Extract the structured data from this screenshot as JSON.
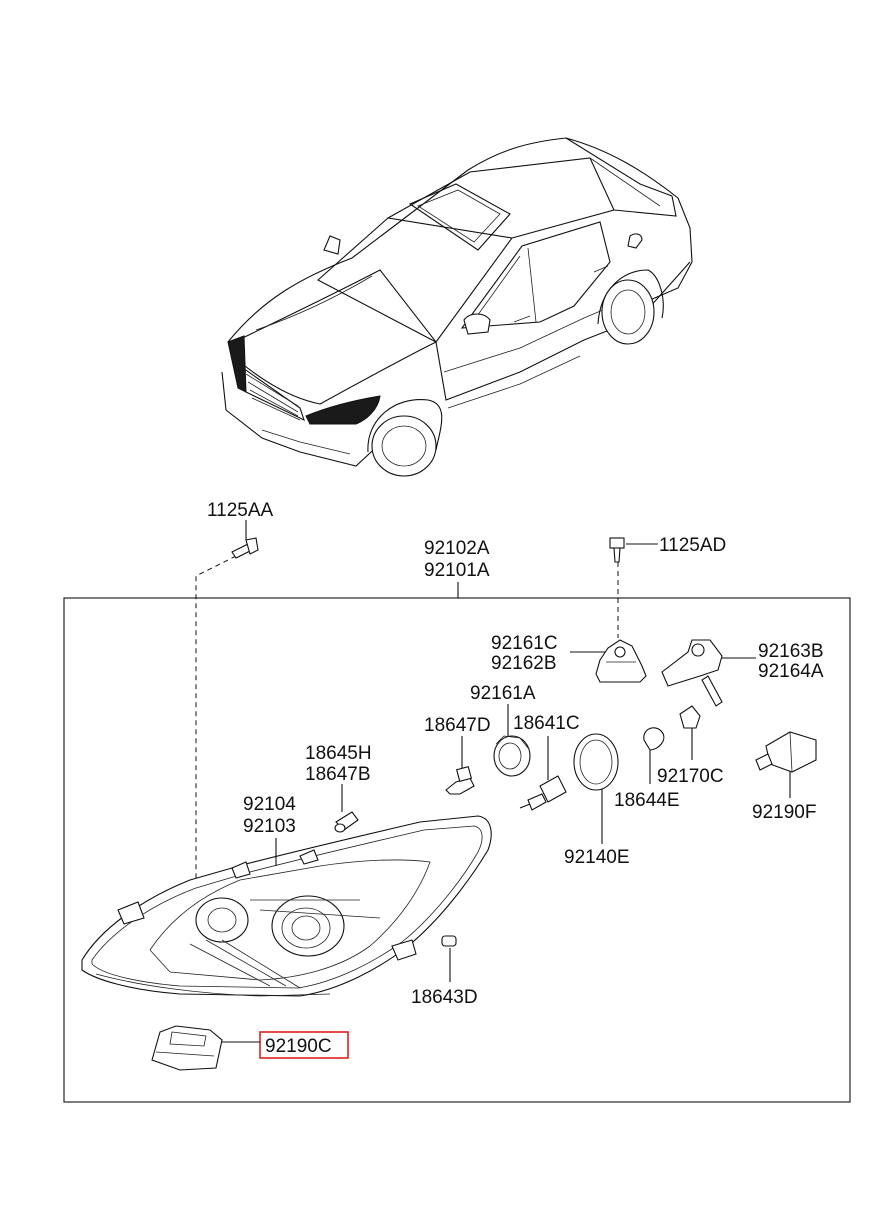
{
  "labels": {
    "p1125AA": "1125AA",
    "p92102A": "92102A",
    "p92101A": "92101A",
    "p1125AD": "1125AD",
    "p92161C": "92161C",
    "p92162B": "92162B",
    "p92163B": "92163B",
    "p92164A": "92164A",
    "p92161A": "92161A",
    "p18647D": "18647D",
    "p18641C": "18641C",
    "p18645H": "18645H",
    "p18647B": "18647B",
    "p92170C": "92170C",
    "p18644E": "18644E",
    "p92190F": "92190F",
    "p92104": "92104",
    "p92103": "92103",
    "p92140E": "92140E",
    "p18643D": "18643D",
    "p92190C": "92190C"
  },
  "highlight": {
    "part": "92190C",
    "color": "#e02020"
  }
}
